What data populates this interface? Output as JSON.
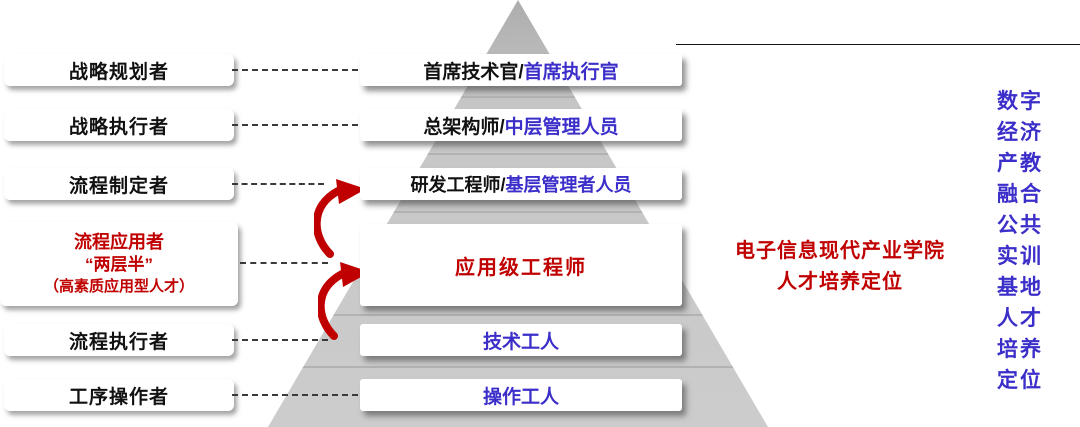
{
  "colors": {
    "red": "#c00000",
    "accent_blue_purple": "#3b2ec9",
    "pyramid_gray": "#c9c9c9"
  },
  "left_column": {
    "items": [
      {
        "label": "战略规划者"
      },
      {
        "label": "战略执行者"
      },
      {
        "label": "流程制定者"
      },
      {
        "lines": [
          "流程应用者",
          "“两层半”",
          "（高素质应用型人才）"
        ]
      },
      {
        "label": "流程执行者"
      },
      {
        "label": "工序操作者"
      }
    ]
  },
  "pyramid": {
    "levels": [
      {
        "primary": "首席技术官/",
        "secondary": "首席执行官"
      },
      {
        "primary": "总架构师/",
        "secondary": "中层管理人员"
      },
      {
        "primary": "研发工程师/",
        "secondary": "基层管理者人员"
      },
      {
        "highlight": "应用级工程师"
      },
      {
        "secondary": "技术工人"
      },
      {
        "secondary": "操作工人"
      }
    ]
  },
  "right_annotation": {
    "line1": "电子信息现代产业学院",
    "line2": "人才培养定位"
  },
  "vertical_banner": {
    "chars": [
      "数字",
      "经济",
      "产教",
      "融合",
      "公共",
      "实训",
      "基地",
      "人才",
      "培养",
      "定位"
    ]
  }
}
